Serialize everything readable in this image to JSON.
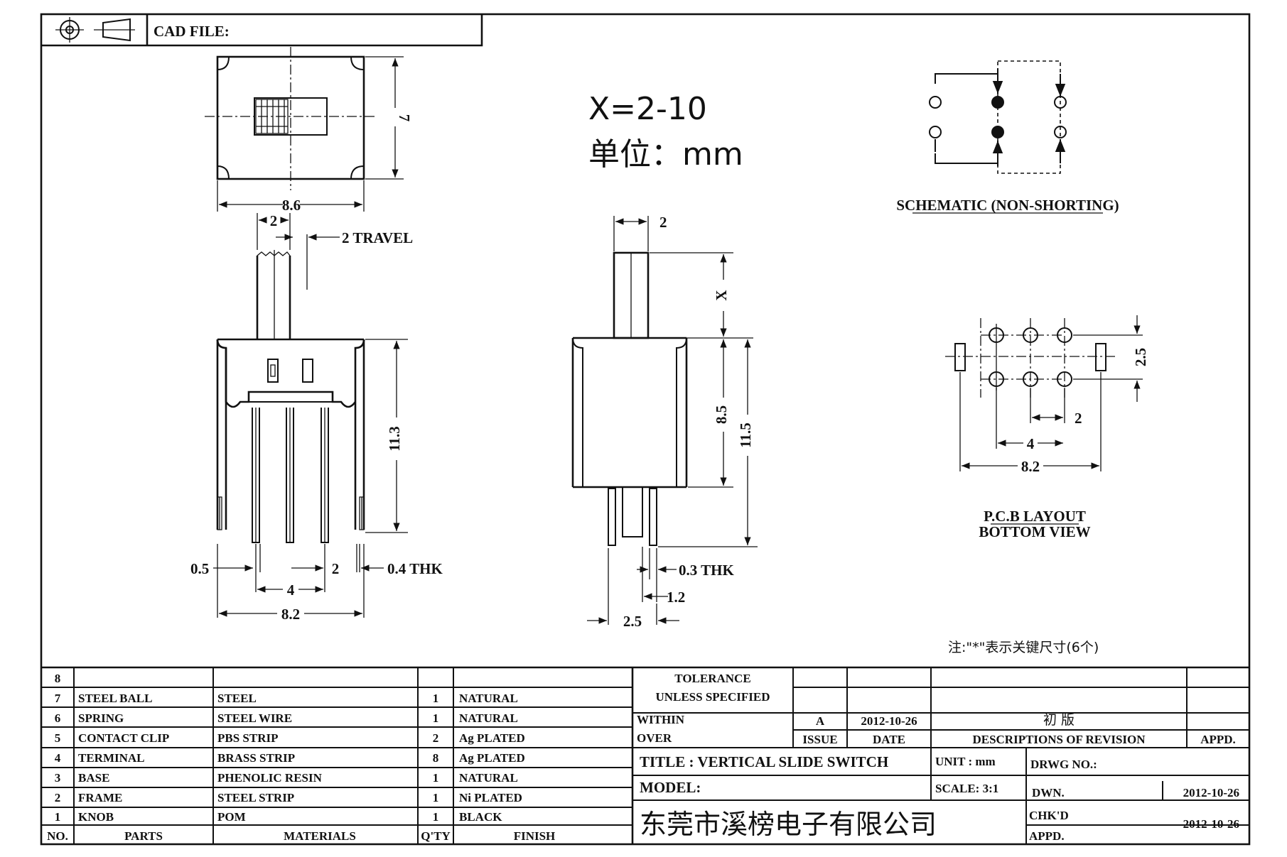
{
  "header": {
    "cad_file_label": "CAD FILE:"
  },
  "notes": {
    "x_range": "X=2-10",
    "unit_cn": "单位：mm",
    "key_dim_note": "注:\"*\"表示关键尺寸(6个)"
  },
  "top_view": {
    "width": "8.6",
    "height": "7"
  },
  "side_view": {
    "knob_width": "2",
    "travel": "2 TRAVEL",
    "height": "11.3",
    "edge_offset": "0.5",
    "pin_pitch_right": "2",
    "thickness": "0.4 THK",
    "pin_pitch": "4",
    "overall": "8.2"
  },
  "front_view": {
    "knob_width": "2",
    "x_label": "X",
    "body_height": "8.5",
    "overall_height": "11.5",
    "thickness": "0.3 THK",
    "pin_offset": "1.2",
    "pin_spacing": "2.5"
  },
  "schematic": {
    "caption": "SCHEMATIC (NON-SHORTING)"
  },
  "pcb": {
    "row_spacing": "2.5",
    "pitch": "2",
    "inner_span": "4",
    "outer_span": "8.2",
    "caption_line1": "P.C.B LAYOUT",
    "caption_line2": "BOTTOM VIEW"
  },
  "bom": {
    "headers": [
      "NO.",
      "PARTS",
      "MATERIALS",
      "Q'TY",
      "FINISH"
    ],
    "rows": [
      [
        "8",
        "",
        "",
        "",
        ""
      ],
      [
        "7",
        "STEEL BALL",
        "STEEL",
        "1",
        "NATURAL"
      ],
      [
        "6",
        "SPRING",
        "STEEL WIRE",
        "1",
        "NATURAL"
      ],
      [
        "5",
        "CONTACT CLIP",
        "PBS STRIP",
        "2",
        "Ag PLATED"
      ],
      [
        "4",
        "TERMINAL",
        "BRASS STRIP",
        "8",
        "Ag PLATED"
      ],
      [
        "3",
        "BASE",
        "PHENOLIC RESIN",
        "1",
        "NATURAL"
      ],
      [
        "2",
        "FRAME",
        "STEEL STRIP",
        "1",
        "Ni PLATED"
      ],
      [
        "1",
        "KNOB",
        "POM",
        "1",
        "BLACK"
      ]
    ]
  },
  "title_block": {
    "tolerance": "TOLERANCE",
    "unless": "UNLESS  SPECIFIED",
    "within": "WITHIN",
    "over": "OVER",
    "rev_issue": "A",
    "rev_date": "2012-10-26",
    "rev_desc": "初  版",
    "issue_h": "ISSUE",
    "date_h": "DATE",
    "desc_h": "DESCRIPTIONS OF REVISION",
    "appd_h": "APPD.",
    "title": "TITLE :  VERTICAL SLIDE SWITCH",
    "unit": "UNIT :  mm",
    "drwg_no": "DRWG NO.:",
    "model": "MODEL:",
    "scale": "SCALE:  3:1",
    "dwn": "DWN.",
    "dwn_date": "2012-10-26",
    "company": "东莞市溪榜电子有限公司",
    "chkd": "CHK'D",
    "appd": "APPD.",
    "chk_date": "2012-10-26"
  }
}
